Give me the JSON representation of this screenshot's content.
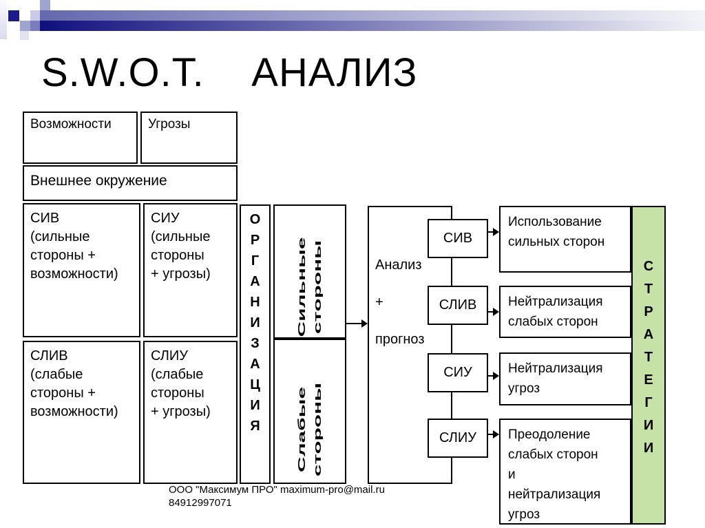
{
  "slide": {
    "title": "S.W.O.T.    АНАЛИЗ",
    "footer": {
      "line1": "ООО \"Максимум ПРО\" maximum-pro@mail.ru",
      "line2": "84912997071"
    }
  },
  "matrix": {
    "opportunities": "Возможности",
    "threats": "Угрозы",
    "external": "Внешнее окружение",
    "siv": "СИВ\n(сильные\nстороны +\nвозможности)",
    "siu": "СИУ\n(сильные\nстороны\n+ угрозы)",
    "sliv": "СЛИВ\n(слабые\nстороны +\nвозможности)",
    "sliu": "СЛИУ\n(слабые\nстороны\n+ угрозы)"
  },
  "organization": {
    "label": "ОРГАНИЗАЦИЯ",
    "strengths": "Сильные\nстороны",
    "weaknesses": "Слабые\nстороны"
  },
  "analysis": {
    "text": "Анализ\n+\nпрогноз"
  },
  "outcomes": {
    "siv": {
      "key": "СИВ",
      "result": "Использование\nсильных сторон"
    },
    "sliv": {
      "key": "СЛИВ",
      "result": "Нейтрализация\nслабых сторон"
    },
    "siu": {
      "key": "СИУ",
      "result": "Нейтрализация\nугроз"
    },
    "sliu": {
      "key": "СЛИУ",
      "result": "Преодоление\nслабых сторон\nи\nнейтрализация\nугроз"
    }
  },
  "strategies": {
    "label": "СТРАТЕГИИ"
  },
  "theme": {
    "green": "#c6e2a6",
    "navy_dark": "#10107e",
    "navy_mid": "#6468ad",
    "navy_square": "#1b1b8a",
    "lavender": "#9fa3cf",
    "lavender_light": "#c9cbe7",
    "lavender_mid": "#7b7ebd",
    "lavender_pale": "#e2e3f2",
    "bar_fade": "#f3f4f8"
  }
}
